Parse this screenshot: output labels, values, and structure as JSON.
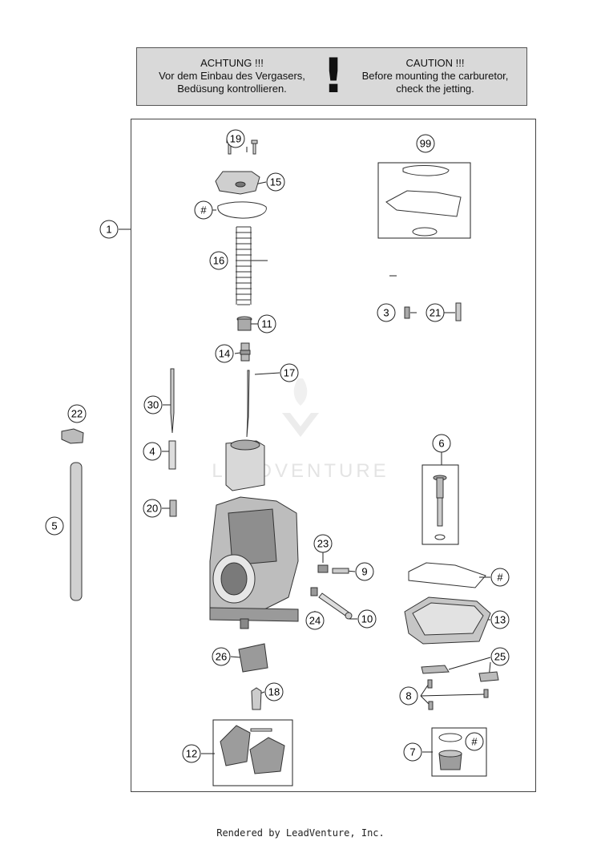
{
  "warning": {
    "de_title": "ACHTUNG !!!",
    "de_line1": "Vor dem Einbau des Vergasers,",
    "de_line2": "Bedüsung kontrollieren.",
    "mark": "!",
    "en_title": "CAUTION !!!",
    "en_line1": "Before mounting the carburetor,",
    "en_line2": "check the jetting."
  },
  "watermark": "LEADVENTURE",
  "footer": "Rendered by LeadVenture, Inc.",
  "callouts": {
    "c1": "1",
    "c3": "3",
    "c4": "4",
    "c5": "5",
    "c6": "6",
    "c7": "7",
    "c8": "8",
    "c9": "9",
    "c10": "10",
    "c11": "11",
    "c12": "12",
    "c13": "13",
    "c14": "14",
    "c15": "15",
    "c16": "16",
    "c17": "17",
    "c18": "18",
    "c19": "19",
    "c20": "20",
    "c21": "21",
    "c22": "22",
    "c23": "23",
    "c24": "24",
    "c25": "25",
    "c26": "26",
    "c30": "30",
    "c99": "99",
    "hash_top": "#",
    "hash_bowl": "#",
    "hash_plug": "#"
  }
}
